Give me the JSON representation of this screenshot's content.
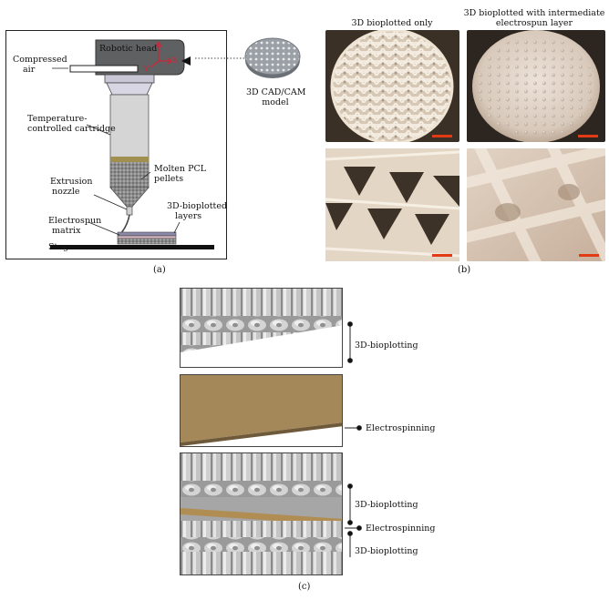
{
  "panel_a": {
    "caption": "(a)",
    "labels": {
      "robotic_head": "Robotic head",
      "compressed_air_1": "Compressed",
      "compressed_air_2": "air",
      "temp_cartridge_1": "Temperature-",
      "temp_cartridge_2": "controlled cartridge",
      "molten_pcl_1": "Molten PCL",
      "molten_pcl_2": "pellets",
      "extrusion_nozzle_1": "Extrusion",
      "extrusion_nozzle_2": "nozzle",
      "bioplotted_layers_1": "3D-bioplotted",
      "bioplotted_layers_2": "layers",
      "electrospun_matrix_1": "Electrospun",
      "electrospun_matrix_2": "matrix",
      "stage": "Stage",
      "cad_1": "3D CAD/CAM",
      "cad_2": "model",
      "axis_z": "Z",
      "axis_x": "X",
      "axis_y": "Y"
    }
  },
  "panel_b": {
    "caption": "(b)",
    "col1_title": "3D bioplotted only",
    "col2_title_1": "3D bioplotted with intermediate",
    "col2_title_2": "electrospun layer"
  },
  "panel_c": {
    "caption": "(c)",
    "label_bioplotting_top": "3D-bioplotting",
    "label_electrospinning_mid": "Electrospinning",
    "label_bioplotting_comb_top": "3D-bioplotting",
    "label_electrospinning_comb": "Electrospinning",
    "label_bioplotting_comb_bottom": "3D-bioplotting"
  },
  "colors": {
    "scale_bar": "#e23a12",
    "electrospun_layer": "#a5885a",
    "strut": "#bdbdbd"
  }
}
